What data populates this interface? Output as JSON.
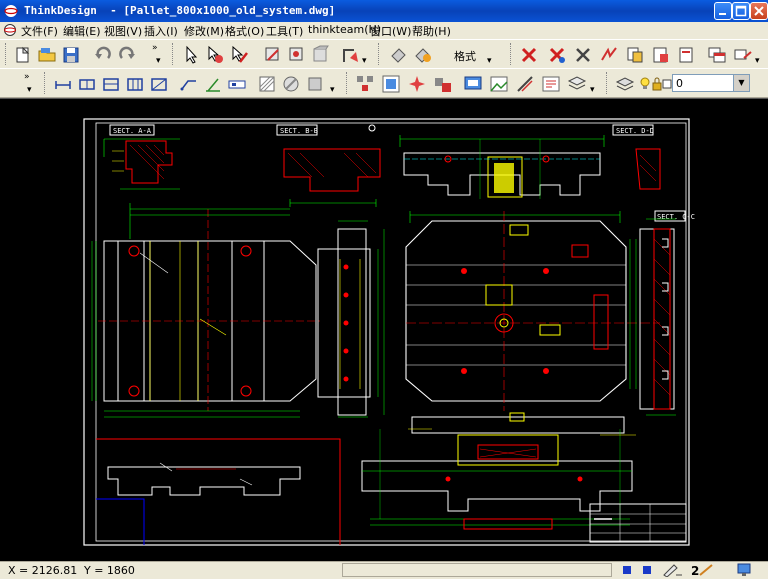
{
  "window": {
    "app_name": "ThinkDesign",
    "document_title": "- [Pallet_800x1000_old_system.dwg]"
  },
  "menu": {
    "items": [
      "文件(F)",
      "编辑(E)",
      "视图(V)",
      "插入(I)",
      "修改(M)",
      "格式(O)",
      "工具(T)",
      "thinkteam(H)",
      "窗口(W)",
      "帮助(H)"
    ]
  },
  "toolbar": {
    "format_label": "格式",
    "layer_value": "0"
  },
  "drawing": {
    "sections": [
      "SECT. A-A",
      "SECT. B-B",
      "SECT. D-D",
      "SECT. C-C"
    ],
    "background": "#000000"
  },
  "status": {
    "x_label": "X = 2126.81",
    "y_label": "Y = 1860"
  },
  "colors": {
    "titlebar": "#0a52d4",
    "chrome": "#ece9d8",
    "cad_white": "#ffffff",
    "cad_yellow": "#ffff00",
    "cad_green": "#00ff00",
    "cad_red": "#ff0000",
    "cad_cyan": "#00ffff"
  }
}
